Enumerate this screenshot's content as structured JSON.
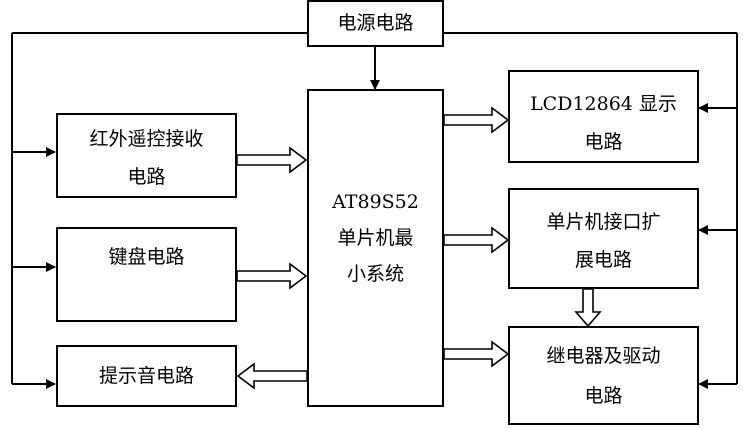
{
  "diagram": {
    "power": "电源电路",
    "mcu": [
      "AT89S52",
      "单片机最",
      "小系统"
    ],
    "ir_receiver": [
      "红外遥控接收",
      "电路"
    ],
    "keyboard": "键盘电路",
    "buzzer": "提示音电路",
    "lcd": [
      "LCD12864 显示",
      "电路"
    ],
    "expansion": [
      "单片机接口扩",
      "展电路"
    ],
    "relay": [
      "继电器及驱动",
      "电路"
    ]
  }
}
